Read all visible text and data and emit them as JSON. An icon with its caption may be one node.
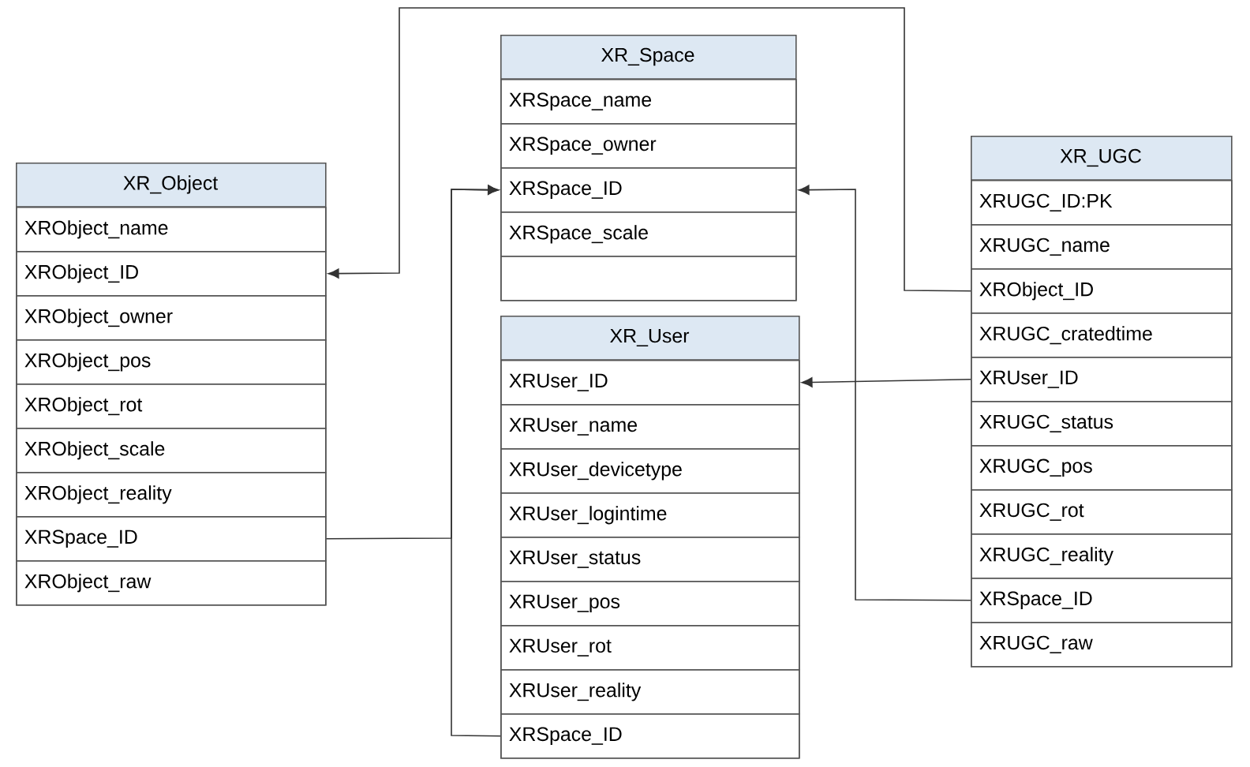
{
  "diagram": {
    "nodes": [
      {
        "text": [
          "XR_Object"
        ]
      },
      {
        "text": [
          "XRObject_name"
        ],
        "in": 0
      },
      {
        "text": [
          "XRObject_ID"
        ],
        "in": 0
      },
      {
        "text": [
          "XRObject_owner"
        ],
        "in": 0
      },
      {
        "text": [
          "XRObject_pos"
        ],
        "in": 0
      },
      {
        "text": [
          "XRObject_rot"
        ],
        "in": 0
      },
      {
        "text": [
          "XRObject_scale"
        ],
        "in": 0
      },
      {
        "text": [
          "XRObject_reality"
        ],
        "in": 0
      },
      {
        "text": [
          "XRSpace_ID"
        ],
        "in": 0
      },
      {
        "text": [
          "XRObject_raw"
        ],
        "in": 0
      },
      {
        "text": [
          "XR_Space"
        ]
      },
      {
        "text": [
          "XRSpace_name"
        ],
        "in": 10
      },
      {
        "text": [
          "XRSpace_owner"
        ],
        "in": 10
      },
      {
        "text": [
          "XRSpace_ID"
        ],
        "in": 10
      },
      {
        "text": [
          "XRSpace_scale"
        ],
        "in": 10
      },
      {
        "text": [],
        "shape": "box",
        "in": 10
      },
      {
        "text": [
          "XR_User"
        ]
      },
      {
        "text": [
          "XRUser_ID"
        ],
        "in": 16
      },
      {
        "text": [
          "XRUser_name"
        ],
        "in": 16
      },
      {
        "text": [
          "XRUser_devicetype"
        ],
        "in": 16
      },
      {
        "text": [
          "XRUser_logintime"
        ],
        "in": 16
      },
      {
        "text": [
          "XRUser_status"
        ],
        "in": 16
      },
      {
        "text": [
          "XRUser_pos"
        ],
        "in": 16
      },
      {
        "text": [
          "XRUser_rot"
        ],
        "in": 16
      },
      {
        "text": [
          "XRUser_reality"
        ],
        "in": 16
      },
      {
        "text": [
          "XRSpace_ID"
        ],
        "in": 16
      },
      {
        "text": [
          "XR_UGC"
        ]
      },
      {
        "text": [
          "XRUGC_ID:PK"
        ],
        "in": 26
      },
      {
        "text": [
          "XRUGC_name"
        ],
        "in": 26
      },
      {
        "text": [
          "XRObject_ID"
        ],
        "in": 26
      },
      {
        "text": [
          "XRUGC_cratedtime"
        ],
        "in": 26
      },
      {
        "text": [
          "XRUser_ID"
        ],
        "in": 26
      },
      {
        "text": [
          "XRUGC_status"
        ],
        "in": 26
      },
      {
        "text": [
          "XRUGC_pos"
        ],
        "in": 26
      },
      {
        "text": [
          "XRUGC_rot"
        ],
        "in": 26
      },
      {
        "text": [
          "XRUGC_reality"
        ],
        "in": 26
      },
      {
        "text": [
          "XRSpace_ID"
        ],
        "in": 26
      },
      {
        "text": [
          "XRUGC_raw"
        ],
        "in": 26
      }
    ],
    "edges": [
      {
        "from": 29,
        "to": 2,
        "arrow": "to"
      },
      {
        "from": 8,
        "to": 13,
        "arrow": "to"
      },
      {
        "from": 25,
        "to": 13,
        "arrow": "to"
      },
      {
        "from": 31,
        "to": 17,
        "arrow": "to"
      },
      {
        "from": 36,
        "to": 13,
        "arrow": "to"
      }
    ]
  }
}
